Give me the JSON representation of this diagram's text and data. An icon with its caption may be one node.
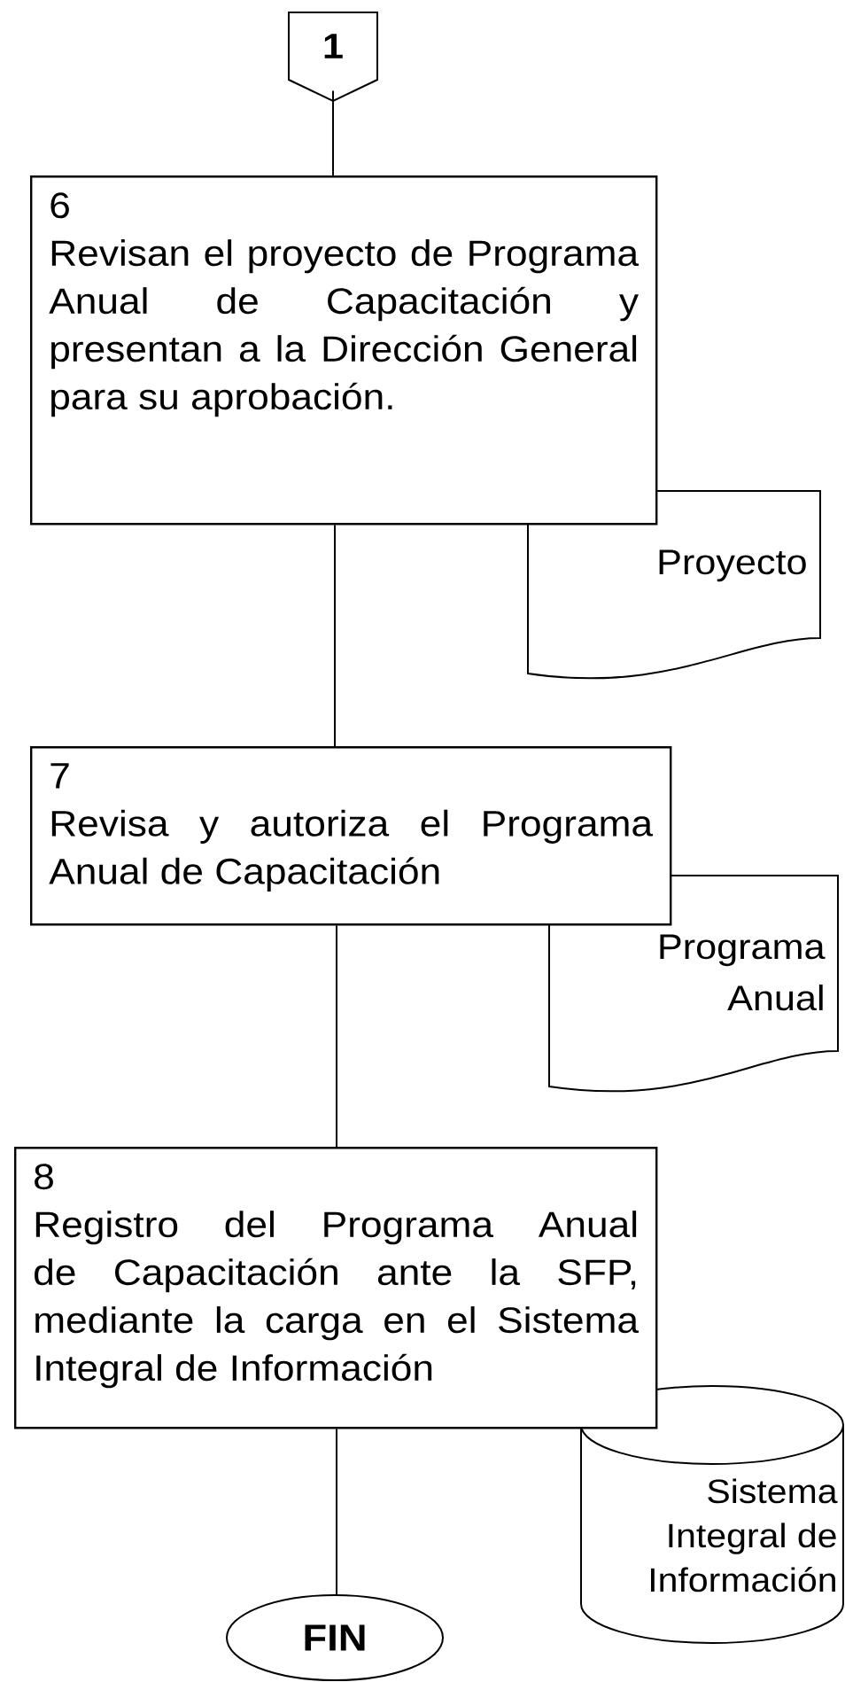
{
  "diagram": {
    "nodes": [
      {
        "text": [
          "1"
        ]
      },
      {
        "text": [
          "6",
          "Revisan el proyecto de Programa Anual de Capacitación y presentan a la Dirección General para su aprobación."
        ]
      },
      {
        "text": [
          "Proyecto"
        ]
      },
      {
        "text": [
          "7",
          "Revisa y autoriza el Programa Anual  de Capacitación"
        ]
      },
      {
        "text": [
          "Programa Anual"
        ]
      },
      {
        "text": [
          "8",
          "Registro del Programa Anual de Capacitación ante la SFP, mediante la carga en el Sistema Integral de Información"
        ]
      },
      {
        "text": [
          "Sistema Integral de Información"
        ]
      },
      {
        "text": [
          "FIN"
        ]
      }
    ],
    "edges": [
      {
        "from": 0,
        "to": 1,
        "arrow": "none"
      },
      {
        "from": 1,
        "to": 3,
        "arrow": "none"
      },
      {
        "from": 3,
        "to": 5,
        "arrow": "none"
      },
      {
        "from": 5,
        "to": 7,
        "arrow": "none"
      }
    ]
  }
}
